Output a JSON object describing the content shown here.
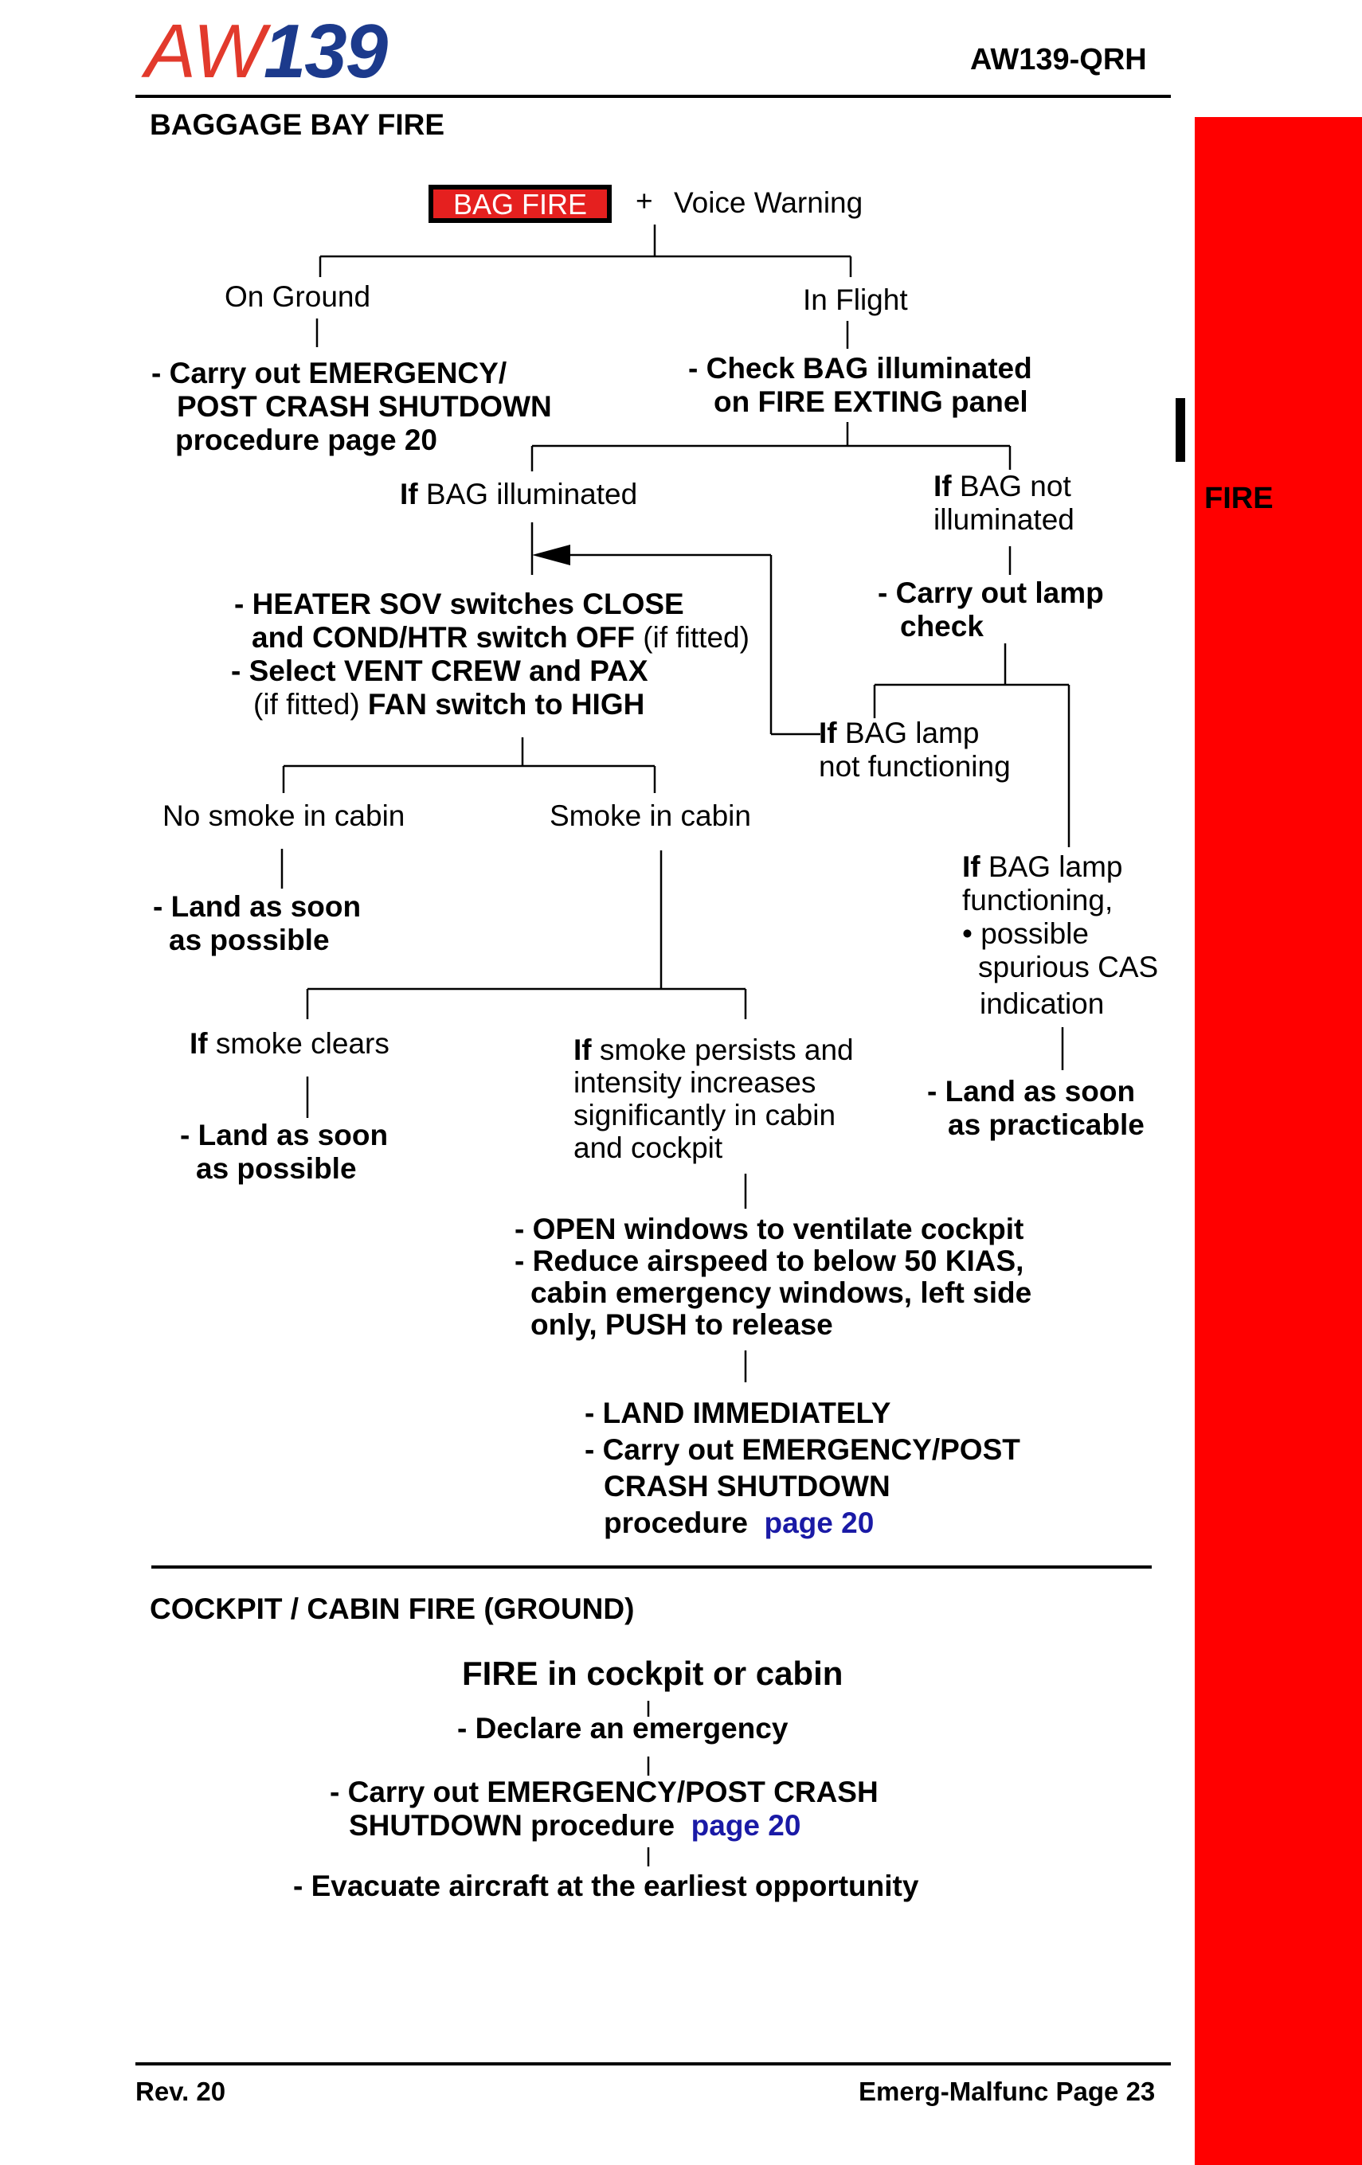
{
  "header": {
    "logo_prefix": "AW",
    "logo_number": "139",
    "doc_id": "AW139-QRH"
  },
  "side_tab": {
    "label": "FIRE",
    "color": "#ff0000"
  },
  "baggage": {
    "section_title": "BAGGAGE BAY FIRE",
    "warning_label": "BAG FIRE",
    "warning_plus": "+",
    "warning_voice": "Voice Warning",
    "on_ground": "On Ground",
    "in_flight": "In Flight",
    "ground_action_l1": "- Carry out EMERGENCY/",
    "ground_action_l2": "POST CRASH SHUTDOWN",
    "ground_action_l3": "procedure  page 20",
    "check_l1": "- Check BAG illuminated",
    "check_l2": "on FIRE EXTING panel",
    "if_word": "If",
    "bag_illum": "BAG illuminated",
    "bag_not_l1": "BAG not",
    "bag_not_l2": "illuminated",
    "lamp_l1": "- Carry out lamp",
    "lamp_l2": "check",
    "heater_l1": "- HEATER SOV switches CLOSE",
    "heater_l2": "and COND/HTR switch OFF",
    "heater_l2b": "(if fitted)",
    "vent_l1": "- Select VENT CREW and PAX",
    "vent_l2a": "(if fitted)",
    "vent_l2b": "FAN switch to HIGH",
    "lamp_not_l1": "BAG lamp",
    "lamp_not_l2": "not functioning",
    "no_smoke": "No smoke in cabin",
    "smoke": "Smoke in cabin",
    "land_soon_l1": "- Land as soon",
    "land_soon_l2": "as possible",
    "lamp_func_l1": "BAG lamp",
    "lamp_func_l2": "functioning,",
    "lamp_func_l3": "• possible",
    "lamp_func_l4": "spurious CAS",
    "lamp_func_l5": "indication",
    "smoke_clears": "smoke clears",
    "persists_l1": "smoke persists and",
    "persists_l2": "intensity increases",
    "persists_l3": "significantly in cabin",
    "persists_l4": "and cockpit",
    "land_pract_l1": "- Land as soon",
    "land_pract_l2": "as practicable",
    "land_soon2_l1": "- Land as soon",
    "land_soon2_l2": "as possible",
    "open_l1": "- OPEN windows to ventilate cockpit",
    "open_l2": "- Reduce airspeed to below 50 KIAS,",
    "open_l3": "cabin emergency windows, left side",
    "open_l4": "only, PUSH to release",
    "land_imm": "- LAND IMMEDIATELY",
    "carry_l1": "- Carry out EMERGENCY/POST",
    "carry_l2": "CRASH SHUTDOWN",
    "carry_l3": "procedure",
    "carry_link": "page 20"
  },
  "cockpit": {
    "section_title": "COCKPIT / CABIN FIRE (GROUND)",
    "heading": "FIRE in cockpit or cabin",
    "step1": "- Declare an emergency",
    "step2_l1": "- Carry out EMERGENCY/POST CRASH",
    "step2_l2": "SHUTDOWN procedure",
    "step2_link": "page 20",
    "step3": "- Evacuate aircraft at the earliest opportunity"
  },
  "footer": {
    "rev": "Rev. 20",
    "page": "Emerg-Malfunc Page 23"
  }
}
